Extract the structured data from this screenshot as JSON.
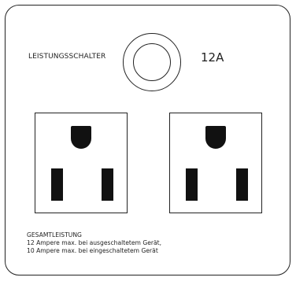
{
  "breaker": {
    "label": "LEISTUNGSSCHALTER",
    "rating": "12A"
  },
  "notes": {
    "title": "GESAMTLEISTUNG",
    "line1": "12 Ampere max. bei ausgeschaltetem Gerät,",
    "line2": "10 Ampere max. bei eingeschaltetem Gerät"
  }
}
